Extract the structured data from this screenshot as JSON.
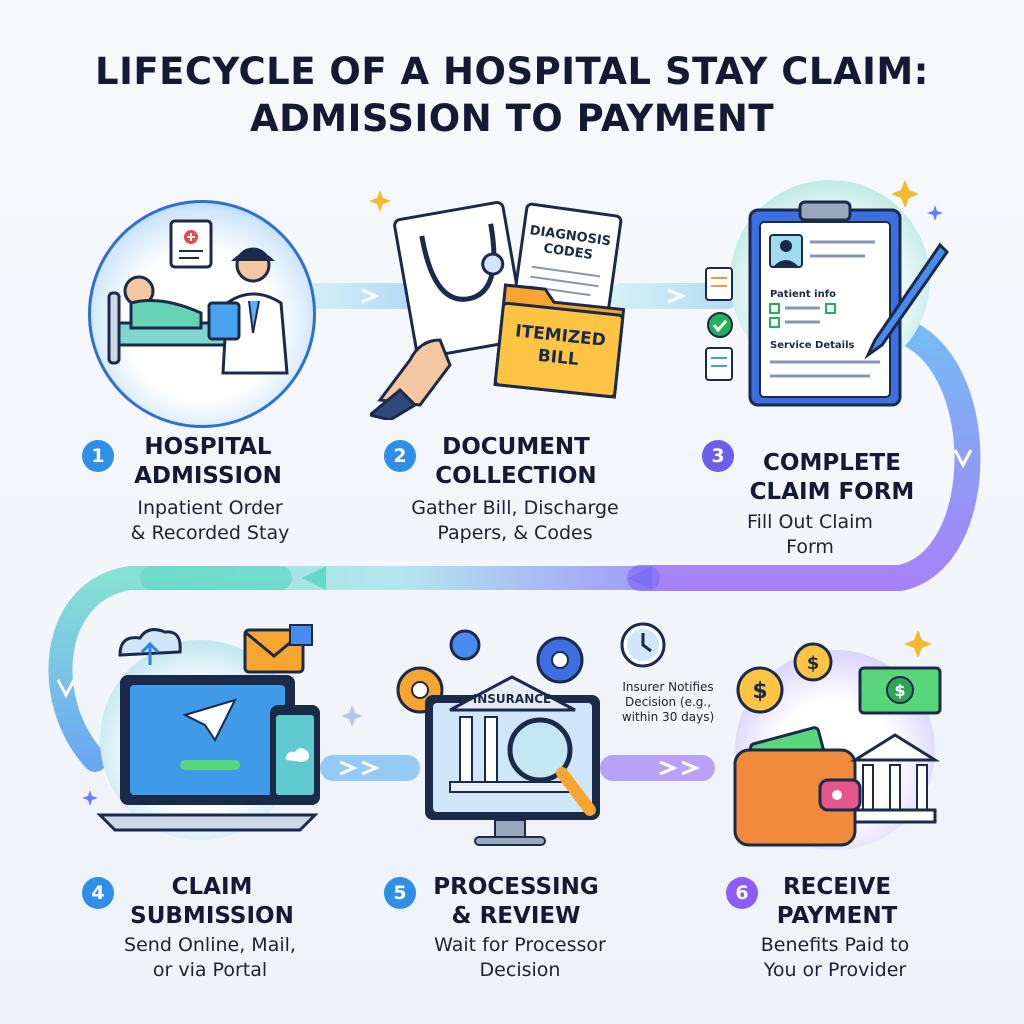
{
  "title": {
    "line1": "LIFECYCLE OF A HOSPITAL STAY CLAIM:",
    "line2": "ADMISSION TO PAYMENT"
  },
  "colors": {
    "blue": "#2f7fe6",
    "teal": "#3fd0c0",
    "purple": "#8b5cf6",
    "navy": "#141a33",
    "green": "#22b05a"
  },
  "steps": [
    {
      "number": "1",
      "title_lines": [
        "HOSPITAL",
        "ADMISSION"
      ],
      "desc_lines": [
        "Inpatient Order",
        "& Recorded Stay"
      ],
      "icon": "doctor-patient-icon"
    },
    {
      "number": "2",
      "title_lines": [
        "DOCUMENT",
        "COLLECTION"
      ],
      "desc_lines": [
        "Gather Bill, Discharge",
        "Papers, & Codes"
      ],
      "icon": "documents-icon"
    },
    {
      "number": "3",
      "title_lines": [
        "COMPLETE",
        "CLAIM FORM"
      ],
      "desc_lines": [
        "Fill Out Claim",
        "Form"
      ],
      "icon": "clipboard-icon"
    },
    {
      "number": "4",
      "title_lines": [
        "CLAIM",
        "SUBMISSION"
      ],
      "desc_lines": [
        "Send Online, Mail,",
        "or via Portal"
      ],
      "icon": "laptop-icon"
    },
    {
      "number": "5",
      "title_lines": [
        "PROCESSING",
        "& REVIEW"
      ],
      "desc_lines": [
        "Wait for Processor",
        "Decision"
      ],
      "icon": "insurance-review-icon"
    },
    {
      "number": "6",
      "title_lines": [
        "RECEIVE",
        "PAYMENT"
      ],
      "desc_lines": [
        "Benefits Paid to",
        "You or Provider"
      ],
      "icon": "wallet-bank-icon"
    }
  ],
  "illustration_labels": {
    "diagnosis": [
      "DIAGNOSIS",
      "CODES"
    ],
    "itemized": [
      "ITEMIZED",
      "BILL"
    ],
    "patient_info": "Patient info",
    "service_details": "Service Details",
    "insurance": "INSURANCE",
    "insurer_note": [
      "Insurer Notifies",
      "Decision (e.g.,",
      "within 30 days)"
    ]
  }
}
